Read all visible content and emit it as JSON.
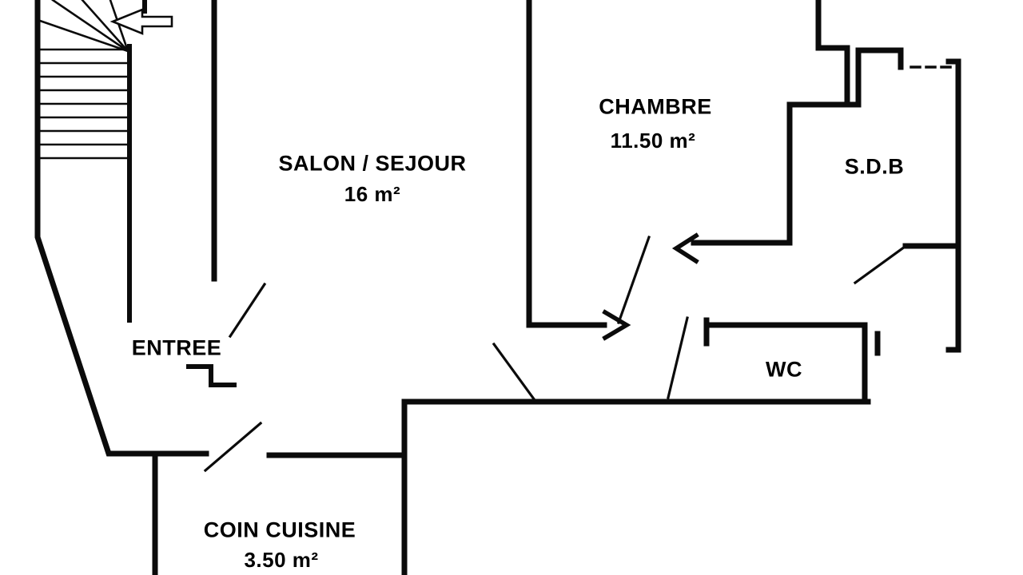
{
  "document": {
    "type": "apartment-floor-plan"
  },
  "rooms": {
    "salon": {
      "label": "SALON / SEJOUR",
      "area": "16 m²"
    },
    "chambre": {
      "label": "CHAMBRE",
      "area": "11.50 m²"
    },
    "sdb": {
      "label": "S.D.B"
    },
    "wc": {
      "label": "WC"
    },
    "entree": {
      "label": "ENTREE"
    },
    "cuisine": {
      "label": "COIN CUISINE",
      "area": "3.50 m²"
    }
  },
  "icons": {
    "stair_direction_arrow": "left-arrow"
  },
  "colors": {
    "wall": "#0b0b0b",
    "background": "#ffffff"
  }
}
